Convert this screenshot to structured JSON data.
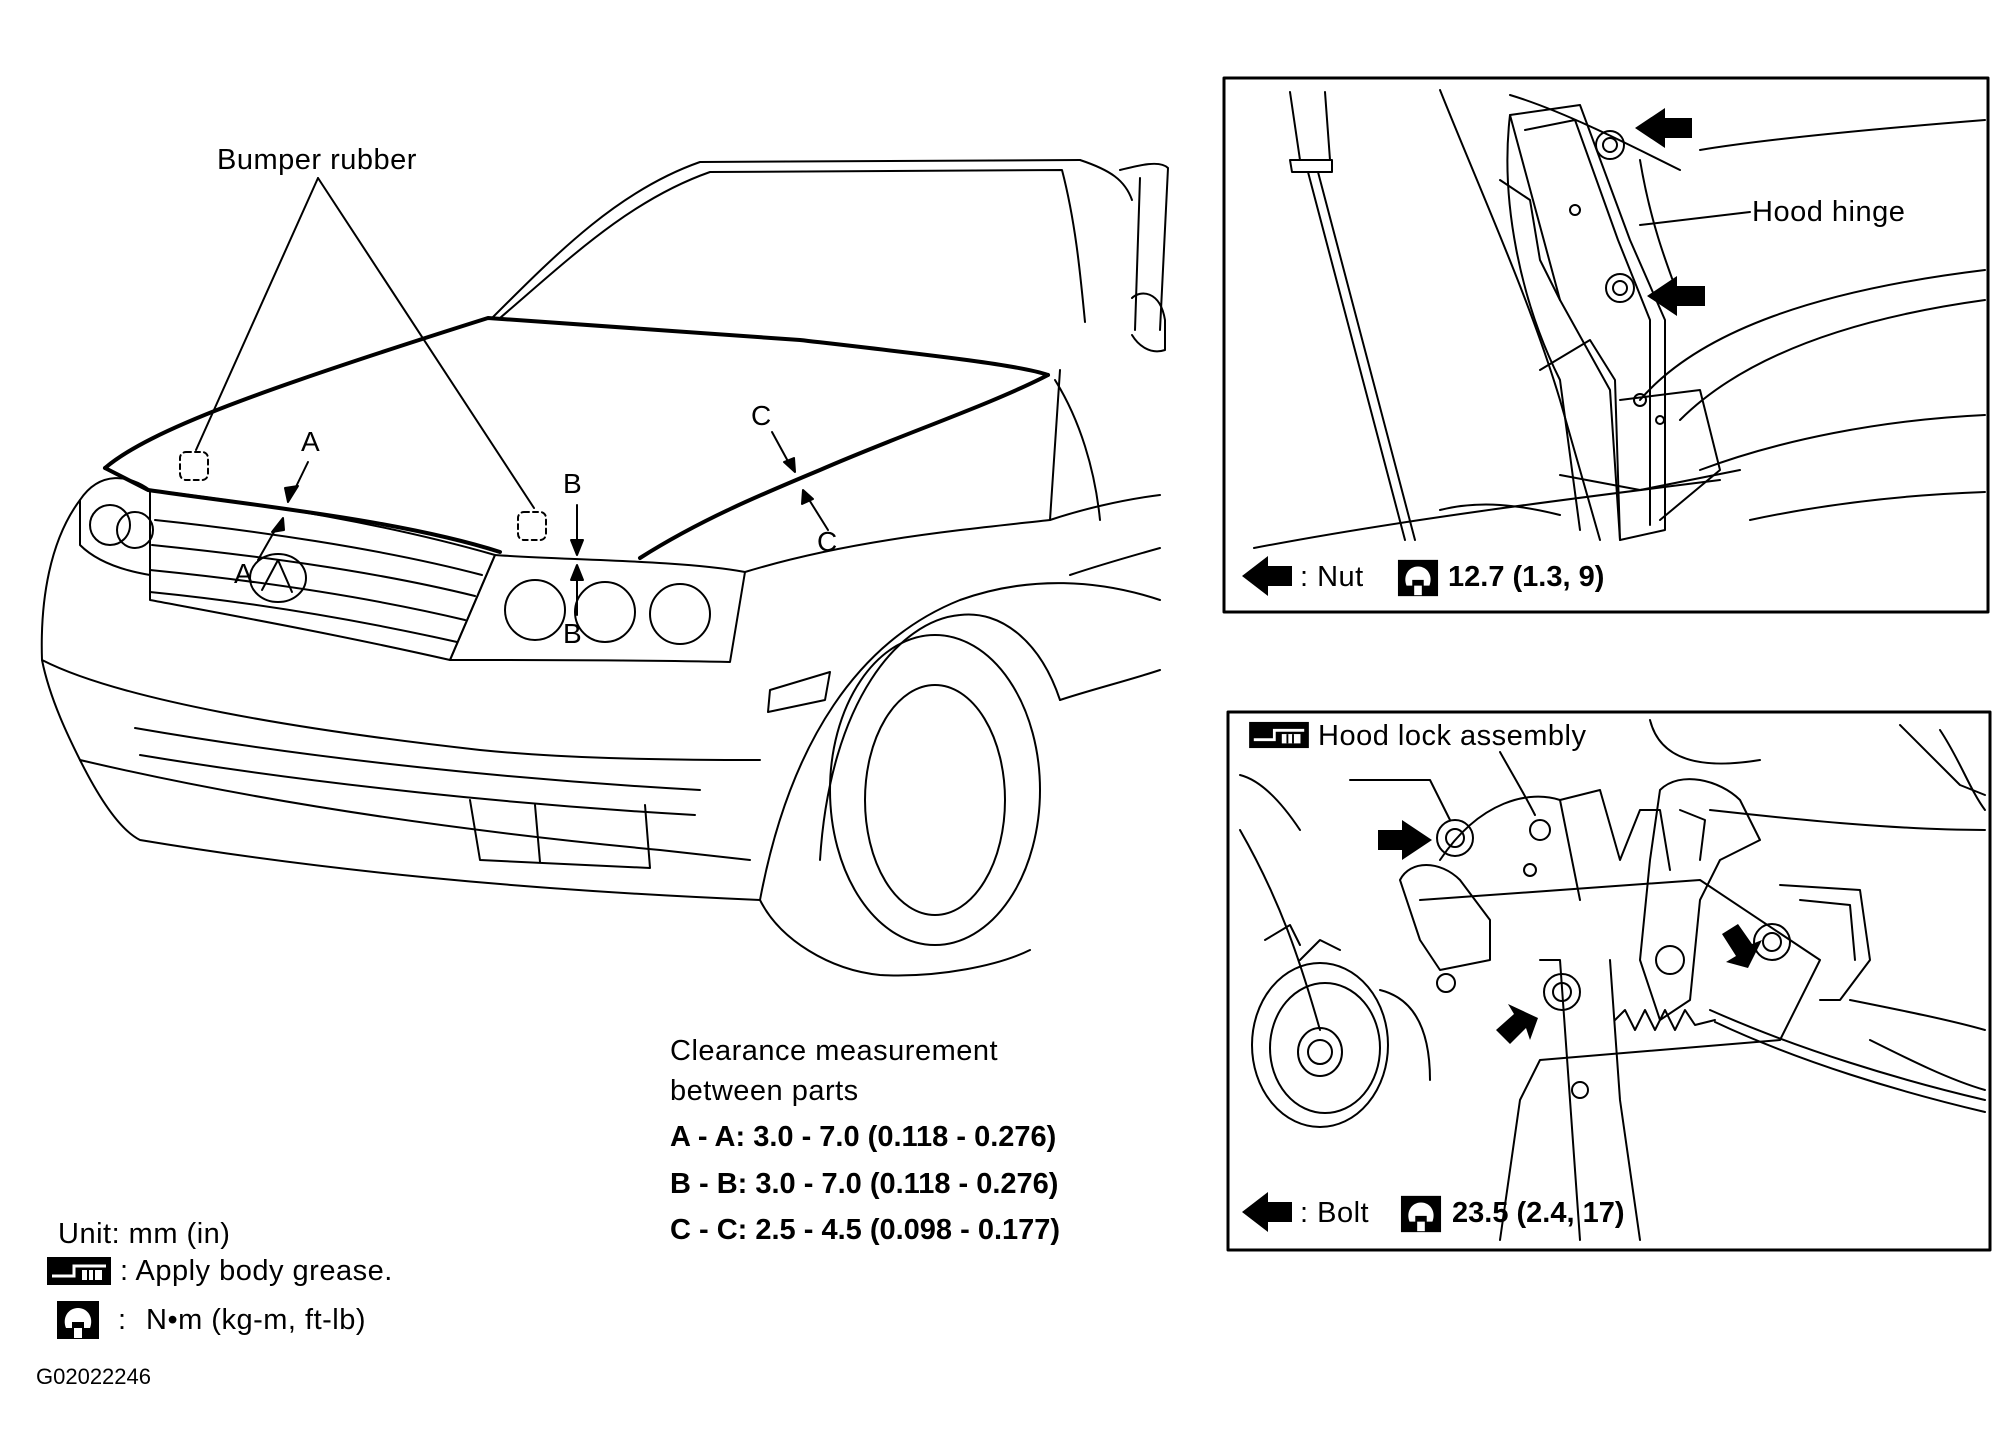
{
  "main_view": {
    "bumper_rubber": "Bumper rubber",
    "letters": {
      "a_top": "A",
      "a_bottom": "A",
      "b_top": "B",
      "b_bottom": "B",
      "c_top": "C",
      "c_bottom": "C"
    }
  },
  "clearance": {
    "title_line1": "Clearance measurement",
    "title_line2": "between parts",
    "rows": [
      "A - A: 3.0 - 7.0 (0.118 - 0.276)",
      "B - B: 3.0 - 7.0 (0.118 - 0.276)",
      "C - C: 2.5 - 4.5 (0.098 - 0.177)"
    ]
  },
  "legend": {
    "unit": "Unit: mm (in)",
    "grease": ": Apply body grease.",
    "torque_colon": ":",
    "torque_unit": "N•m  (kg-m,  ft-lb)"
  },
  "figure_id": "G02022246",
  "hinge_panel": {
    "label": "Hood hinge",
    "fastener": ": Nut",
    "torque": "12.7 (1.3, 9)"
  },
  "lock_panel": {
    "label": "Hood lock assembly",
    "fastener": ": Bolt",
    "torque": "23.5 (2.4, 17)"
  }
}
